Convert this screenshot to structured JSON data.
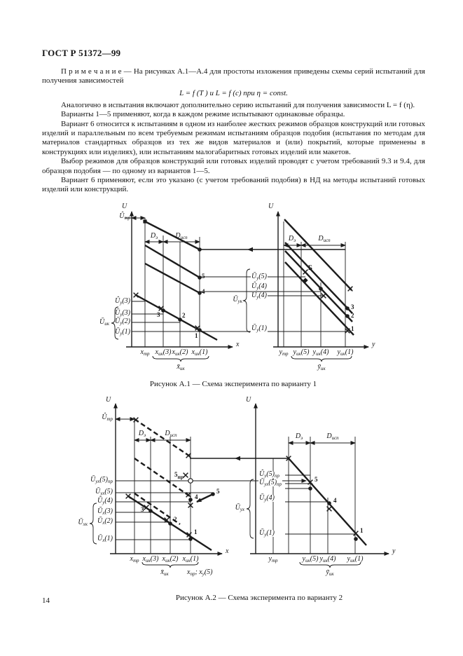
{
  "page": {
    "header": "ГОСТ Р 51372—99",
    "number": "14"
  },
  "text": {
    "note": "П р и м е ч а н и е — На рисунках А.1—А.4 для простоты изложения приведены схемы серий испытаний для получения зависимостей",
    "formula": "L = f (T ) и L = f (c) при η = const.",
    "p1": "Аналогично в испытания включают дополнительно серию испытаний для получения зависимости L = f (η).",
    "p2": "Варианты 1—5 применяют, когда в каждом режиме испытывают одинаковые образцы.",
    "p3": "Вариант 6 относится к испытаниям в одном из наиболее жестких режимов образцов конструкций или готовых изделий и параллельным по всем требуемым режимам испытаниям образцов подобия (испытания по методам для материалов стандартных образцов из тех же видов материалов и (или) покрытий, которые применены в конструкциях или изделиях), или испытаниям малогабаритных готовых изделий или макетов.",
    "p4": "Выбор режимов для образцов конструкций или готовых изделий проводят с учетом требований 9.3 и 9.4, для образцов подобия — по одному из вариантов 1—5.",
    "p5": "Вариант 6 применяют, если это указано (с учетом требований подобия) в НД на методы испытаний готовых изделий или конструкций."
  },
  "fig1": {
    "caption": "Рисунок А.1 — Схема эксперимента по варианту 1",
    "left": {
      "axis_u": "U",
      "axis_x": "x",
      "u_tr": "Û_{тр}",
      "d_e": "D_{э}",
      "d_isp": "D_{исп}",
      "y1": "Û_{у}(3)",
      "y2": "Ū_{у}(3)",
      "y3": "Ū_{у}(2)",
      "y4": "Ū_{у}(1)",
      "brace": "Ū_{ик}",
      "t1": "x_{тр}",
      "t2": "x_{ик}(3)",
      "t3": "x_{ик}(2)",
      "t4": "x_{ик}(1)",
      "xbrace": "x̄_{ик}",
      "p5": "5",
      "p4": "4",
      "p3": "3",
      "p2": "2",
      "p1": "1"
    },
    "mid": {
      "brace": "Ū_{ук}",
      "l1": "Ū_{у}(5)",
      "l2": "Û_{у}(4)",
      "l3": "Ū_{у}(4)",
      "l4": "Ū_{у}(1)"
    },
    "right": {
      "axis_u": "U",
      "axis_y": "y",
      "d_e": "D_{э}",
      "d_isp": "D_{исп}",
      "pb": "Б",
      "p3": "3",
      "p2": "2",
      "p1": "1",
      "t1": "y_{тр}",
      "t2": "y_{ик}(5)",
      "t3": "y_{ик}(4)",
      "t4": "y_{ик}(1)",
      "ybrace": "ȳ_{ик}"
    }
  },
  "fig2": {
    "caption": "Рисунок А.2 — Схема эксперимента по варианту 2",
    "left": {
      "axis_u": "U",
      "axis_x": "x",
      "u_tr": "Û_{тр}",
      "d_e": "D_{э}",
      "d_isp": "D_{исп}",
      "y1": "Ū_{ух}(5)_{пр}",
      "y2": "Ū_{ух}(5)",
      "y3": "Ū_{у}(4)",
      "y4": "Ū_{х}(3)",
      "y5": "Ū_{х}(2)",
      "y6": "Ū_{х}(1)",
      "brace": "Ū_{хк}",
      "t1": "x_{тр}",
      "t2": "x_{ик}(3)",
      "t3": "x_{ик}(2)",
      "t4": "x_{ик}(1)",
      "xbrace": "x̄_{ик}",
      "xextra": "x_{пр}; x_{у}(5)",
      "p5pr": "5_{пр}",
      "p5": "5",
      "p4": "4",
      "p3": "3",
      "p2": "2",
      "p1": "1"
    },
    "mid": {
      "top": "Û_{у}(5)_{пр}",
      "brace": "Ū_{ух}",
      "l1": "Ū_{ух}(5)_{пр}",
      "l2": "Ū_{у}(4)",
      "l3": "Ū_{у}(1)"
    },
    "right": {
      "axis_u": "U",
      "axis_y": "y",
      "d_e": "D_{э}",
      "d_isp": "D_{исп}",
      "p5": "5",
      "p4": "4",
      "p1": "1",
      "t1": "y_{тр}",
      "t2": "y_{ик}(5)",
      "t3": "y_{ик}(4)",
      "t4": "y_{ик}(1)",
      "ybrace": "ȳ_{ик}"
    }
  }
}
